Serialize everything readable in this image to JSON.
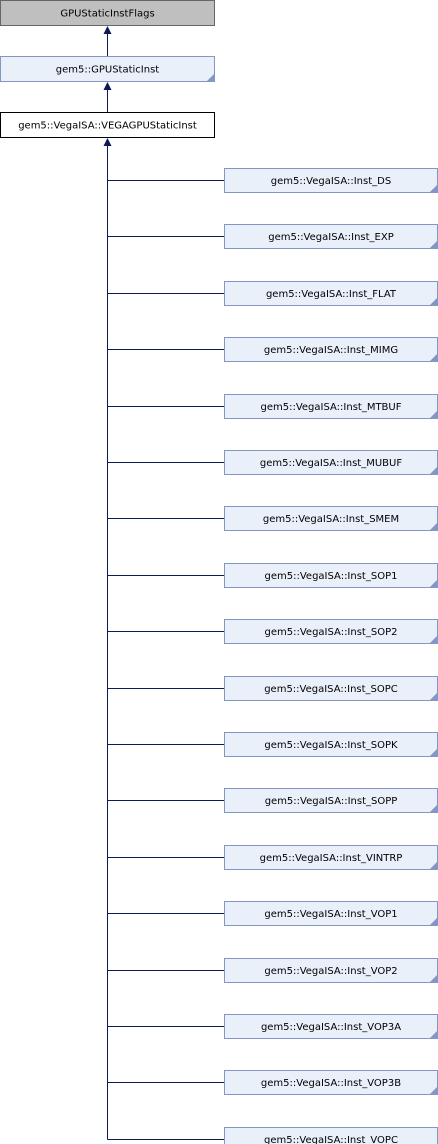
{
  "diagram": {
    "root": {
      "label": "GPUStaticInstFlags",
      "style": "gray"
    },
    "parent": {
      "label": "gem5::GPUStaticInst",
      "style": "link"
    },
    "current": {
      "label": "gem5::VegaISA::VEGAGPUStaticInst",
      "style": "current"
    },
    "children": [
      "gem5::VegaISA::Inst_DS",
      "gem5::VegaISA::Inst_EXP",
      "gem5::VegaISA::Inst_FLAT",
      "gem5::VegaISA::Inst_MIMG",
      "gem5::VegaISA::Inst_MTBUF",
      "gem5::VegaISA::Inst_MUBUF",
      "gem5::VegaISA::Inst_SMEM",
      "gem5::VegaISA::Inst_SOP1",
      "gem5::VegaISA::Inst_SOP2",
      "gem5::VegaISA::Inst_SOPC",
      "gem5::VegaISA::Inst_SOPK",
      "gem5::VegaISA::Inst_SOPP",
      "gem5::VegaISA::Inst_VINTRP",
      "gem5::VegaISA::Inst_VOP1",
      "gem5::VegaISA::Inst_VOP2",
      "gem5::VegaISA::Inst_VOP3A",
      "gem5::VegaISA::Inst_VOP3B",
      "gem5::VegaISA::Inst_VOPC"
    ],
    "colors": {
      "link_border": "#8496c6",
      "link_fill": "#eaf0fa",
      "gray_fill": "#bfbfbf",
      "gray_border": "#666666",
      "current_border": "#000000",
      "current_fill": "#ffffff",
      "edge": "#0e1a55",
      "fold": "#8496c6"
    }
  }
}
